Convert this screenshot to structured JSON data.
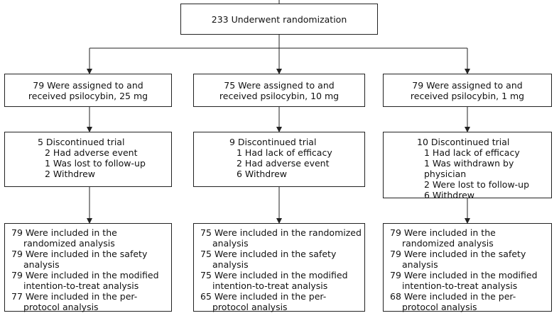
{
  "top": {
    "label": "233 Underwent randomization"
  },
  "groups": [
    {
      "assigned": "79 Were assigned to and received psilocybin, 25 mg",
      "discontinued": {
        "title": "5 Discontinued trial",
        "items": [
          "2 Had adverse event",
          "1 Was lost to follow-up",
          "2 Withdrew"
        ]
      },
      "analysis": [
        "79 Were included in the randomized analysis",
        "79 Were included in the safety analysis",
        "79 Were included in the modified intention-to-treat analysis",
        "77 Were included in the per-protocol analysis"
      ]
    },
    {
      "assigned": "75 Were assigned to and received psilocybin, 10 mg",
      "discontinued": {
        "title": "9 Discontinued trial",
        "items": [
          "1 Had lack of efficacy",
          "2 Had adverse event",
          "6 Withdrew"
        ]
      },
      "analysis": [
        "75 Were included in the randomized analysis",
        "75 Were included in the safety analysis",
        "75 Were included in the modified intention-to-treat analysis",
        "65 Were included in the per-protocol analysis"
      ]
    },
    {
      "assigned": "79 Were assigned to and received psilocybin, 1 mg",
      "discontinued": {
        "title": "10 Discontinued trial",
        "items": [
          "1 Had lack of efficacy",
          "1 Was withdrawn by physician",
          "2 Were lost to follow-up",
          "6 Withdrew"
        ]
      },
      "analysis": [
        "79 Were included in the randomized analysis",
        "79 Were included in the safety analysis",
        "79 Were included in the modified intention-to-treat analysis",
        "68 Were included in the per-protocol analysis"
      ]
    }
  ]
}
